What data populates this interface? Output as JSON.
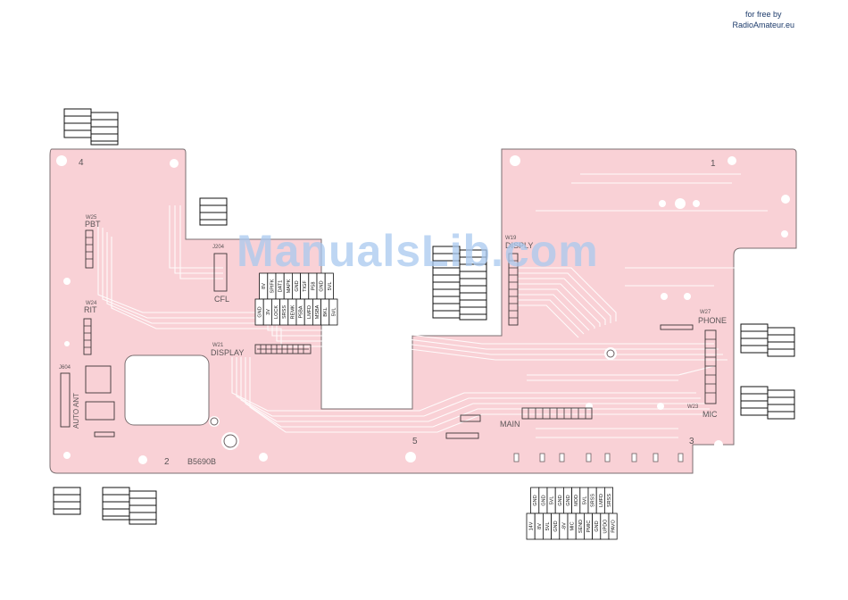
{
  "credit": {
    "line1": "for free by",
    "line2": "RadioAmateur.eu"
  },
  "watermark": "ManualsLib.com",
  "board": {
    "code": "B5690B",
    "section_numbers": [
      "1",
      "2",
      "3",
      "4",
      "5"
    ],
    "connectors": {
      "pbt": {
        "ref": "W25",
        "name": "PBT"
      },
      "rit": {
        "ref": "W24",
        "name": "RIT"
      },
      "j204": {
        "ref": "J204",
        "name": "CFL"
      },
      "j604": {
        "ref": "J604",
        "name": "AUTO ANT"
      },
      "w21": {
        "ref": "W21",
        "name": "DISPLAY"
      },
      "w19": {
        "ref": "W19",
        "name": "DISPLY"
      },
      "w27": {
        "ref": "W27",
        "name": "PHONE"
      },
      "w23": {
        "ref": "W23",
        "name": "MIC"
      },
      "main": "MAIN"
    }
  },
  "pin_tables": {
    "display": {
      "top_row": [
        "8V",
        "SPIFK",
        "DAT1",
        "MAPK",
        "GND",
        "TIGF",
        "P58",
        "GND",
        "5VL"
      ],
      "bottom_row": [
        "GND",
        "3V",
        "LOCK",
        "SRSS",
        "REMK",
        "P5BA",
        "LMFD",
        "MSBA",
        "BKL",
        "5VL"
      ]
    },
    "main": {
      "top_row": [
        "GND",
        "GND",
        "5VL",
        "GND",
        "GND",
        "MOD",
        "5VL",
        "SRSS",
        "LMFD",
        "SRSS"
      ],
      "bottom_row": [
        "14V",
        "8V",
        "5VL",
        "GND",
        "-8V",
        "MIC",
        "SEND",
        "PMIC",
        "GND",
        "UPDO",
        "PAVO"
      ]
    }
  }
}
